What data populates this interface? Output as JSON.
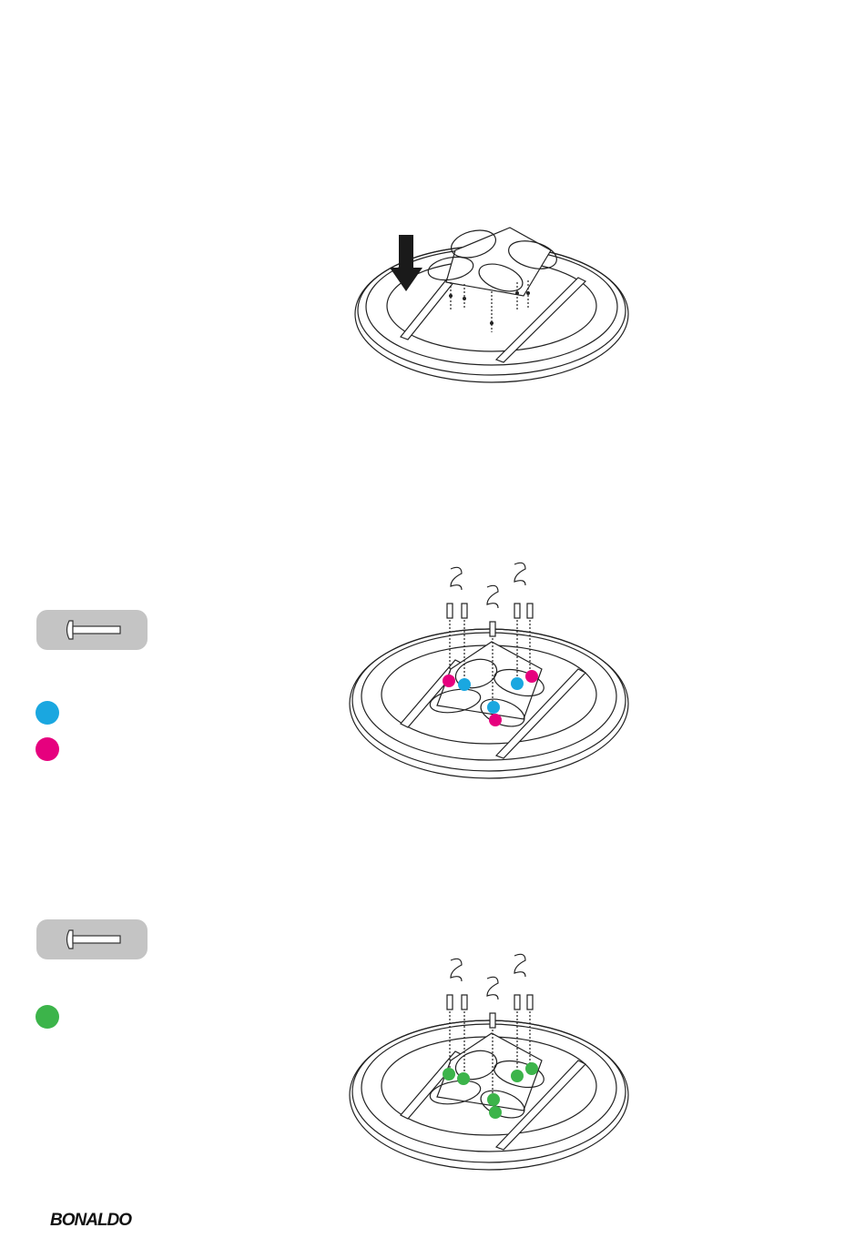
{
  "brand": {
    "logo_text": "BONALDO"
  },
  "colors": {
    "screw_badge_bg": "#c4c4c4",
    "marker_blue": "#1aa7e0",
    "marker_magenta": "#e6007e",
    "marker_green": "#3cb44a",
    "line": "#222222",
    "arrow": "#1a1a1a"
  },
  "steps": [
    {
      "icon": "down-arrow-icon"
    },
    {
      "icon": "screw-icon",
      "markers": [
        "blue",
        "magenta"
      ]
    },
    {
      "icon": "screw-icon",
      "markers": [
        "green"
      ]
    }
  ]
}
